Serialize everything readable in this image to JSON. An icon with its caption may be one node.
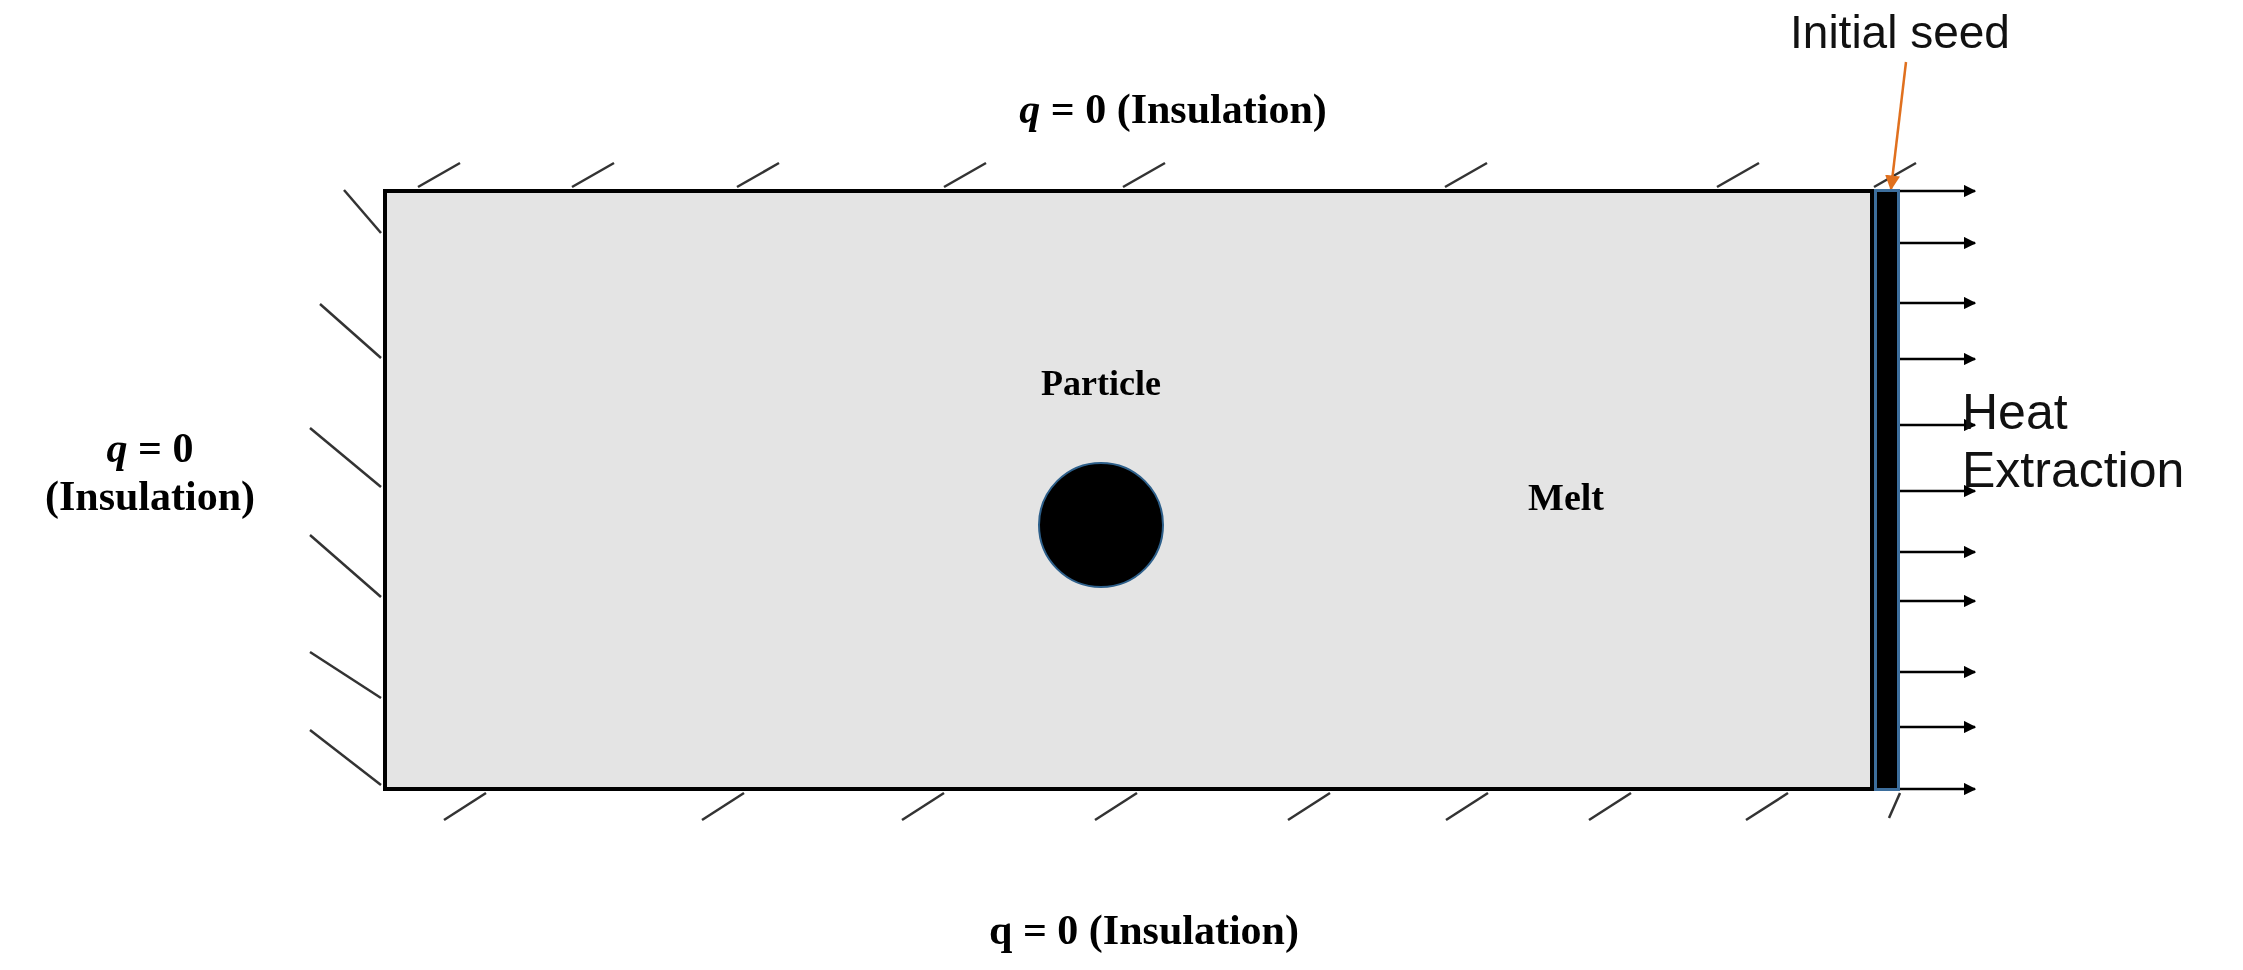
{
  "diagram": {
    "nodes": [
      {
        "text": [
          "Melt"
        ]
      },
      {
        "text": [
          "Particle"
        ],
        "in": 0
      },
      {
        "text": [],
        "shape": "bar"
      },
      {
        "text": [
          "Initial seed"
        ]
      }
    ],
    "edges": [
      {
        "from": 3,
        "to": 2,
        "arrow": "to",
        "color": "#e0701e"
      }
    ],
    "labels": [
      "*q* = 0 (Insulation)",
      "*q* = 0 (Insulation)",
      "q = 0 (Insulation)",
      "Heat Extraction"
    ]
  }
}
